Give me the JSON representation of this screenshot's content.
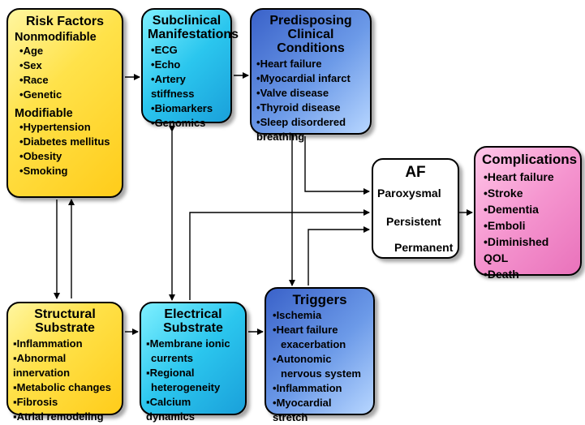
{
  "risk_factors": {
    "title": "Risk Factors",
    "nonmodifiable_label": "Nonmodifiable",
    "nonmodifiable": [
      "Age",
      "Sex",
      "Race",
      "Genetic"
    ],
    "modifiable_label": "Modifiable",
    "modifiable": [
      "Hypertension",
      "Diabetes mellitus",
      "Obesity",
      "Smoking"
    ]
  },
  "subclinical": {
    "title_line1": "Subclinical",
    "title_line2": "Manifestations",
    "items": [
      "ECG",
      "Echo",
      "Artery stiffness",
      "Biomarkers",
      "Genomics"
    ]
  },
  "predisposing": {
    "title_line1": "Predisposing",
    "title_line2": "Clinical Conditions",
    "items": [
      "Heart failure",
      "Myocardial infarct",
      "Valve disease",
      "Thyroid disease",
      "Sleep disordered",
      "breathing"
    ]
  },
  "af": {
    "title": "AF",
    "stages": [
      "Paroxysmal",
      "Persistent",
      "Permanent"
    ]
  },
  "complications": {
    "title": "Complications",
    "items": [
      "Heart failure",
      "Stroke",
      "Dementia",
      "Emboli",
      "Diminished QOL",
      "Death"
    ]
  },
  "structural": {
    "title_line1": "Structural",
    "title_line2": "Substrate",
    "items": [
      "Inflammation",
      "Abnormal innervation",
      "Metabolic changes",
      "Fibrosis",
      "Atrial remodeling"
    ]
  },
  "electrical": {
    "title_line1": "Electrical",
    "title_line2": "Substrate",
    "items": [
      "Membrane ionic",
      "currents",
      "Regional",
      "heterogeneity",
      "Calcium dynamics"
    ]
  },
  "triggers": {
    "title": "Triggers",
    "items": [
      "Ischemia",
      "Heart failure",
      "exacerbation",
      "Autonomic",
      "nervous system",
      "Inflammation",
      "Myocardial stretch"
    ]
  }
}
